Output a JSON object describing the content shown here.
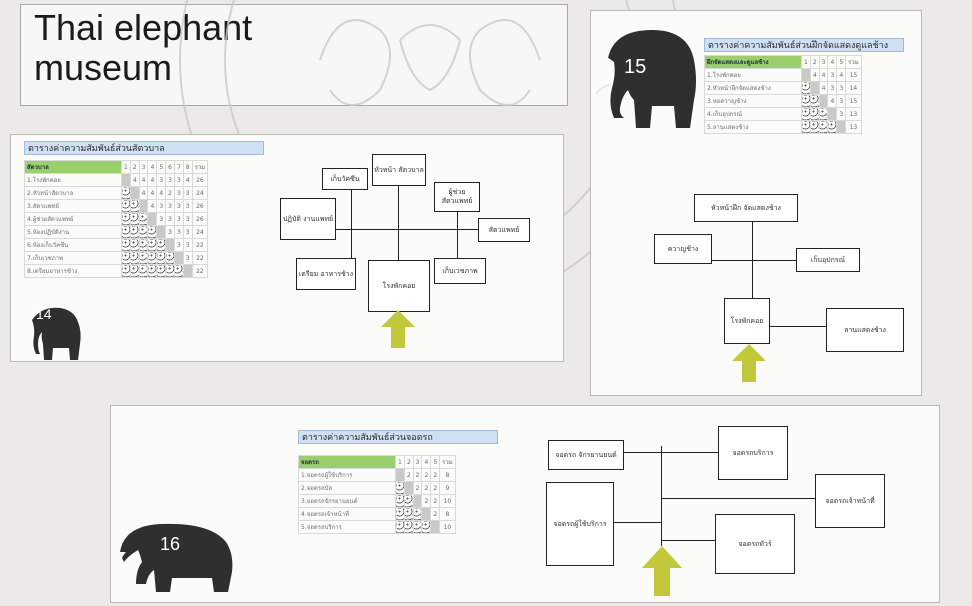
{
  "title": {
    "line1": "Thai elephant",
    "line2": "museum"
  },
  "slides": {
    "s14": {
      "number": "14",
      "table_title": "ตารางค่าความสัมพันธ์ส่วนสัตวบาล",
      "header_label": "สัตวบาล",
      "col_headers": [
        "1",
        "2",
        "3",
        "4",
        "5",
        "6",
        "7",
        "8",
        "รวม"
      ],
      "rows": [
        {
          "label": "1.โรงพักคอย",
          "vals": [
            "",
            "4",
            "4",
            "4",
            "3",
            "3",
            "3",
            "4",
            "26"
          ]
        },
        {
          "label": "2.หัวหน้าสัตวบาล",
          "vals": [
            "",
            "",
            "4",
            "4",
            "4",
            "2",
            "3",
            "3",
            "24"
          ]
        },
        {
          "label": "3.สัตวแพทย์",
          "vals": [
            "",
            "",
            "",
            "4",
            "3",
            "3",
            "3",
            "3",
            "26"
          ]
        },
        {
          "label": "4.ผู้ช่วยสัตวแพทย์",
          "vals": [
            "",
            "",
            "",
            "",
            "3",
            "3",
            "3",
            "3",
            "26"
          ]
        },
        {
          "label": "5.ห้องปฏิบัติงาน",
          "vals": [
            "",
            "",
            "",
            "",
            "",
            "3",
            "3",
            "3",
            "24"
          ]
        },
        {
          "label": "6.ห้องเก็บวัคซีน",
          "vals": [
            "",
            "",
            "",
            "",
            "",
            "",
            "3",
            "3",
            "22"
          ]
        },
        {
          "label": "7.เก็บเวชภาพ",
          "vals": [
            "",
            "",
            "",
            "",
            "",
            "",
            "",
            "3",
            "22"
          ]
        },
        {
          "label": "8.เตรียมอาหารช้าง",
          "vals": [
            "",
            "",
            "",
            "",
            "",
            "",
            "",
            "",
            "22"
          ]
        }
      ],
      "nodes": {
        "vaccine": "เก็บวัคซีน",
        "head": "หัวหน้า สัตวบาล",
        "assist": "ผู้ช่วย สัตวแพทย์",
        "lab": "ปฏิบัติ งานแพทย์",
        "vet": "สัตวแพทย์",
        "food": "เตรียม อาหารช้าง",
        "hall": "โรงพักคอย",
        "med": "เก็บเวชภาพ"
      }
    },
    "s15": {
      "number": "15",
      "table_title": "ตารางค่าความสัมพันธ์ส่วนฝึกจัดแสดงดูแลช้าง",
      "header_label": "ฝึกจัดแสดงและดูแลช้าง",
      "col_headers": [
        "1",
        "2",
        "3",
        "4",
        "5",
        "รวม"
      ],
      "rows": [
        {
          "label": "1.โรงพักคอย",
          "vals": [
            "",
            "4",
            "4",
            "3",
            "4",
            "15"
          ]
        },
        {
          "label": "2.หัวหน้าฝึกจัดแสดงช้าง",
          "vals": [
            "",
            "",
            "4",
            "3",
            "3",
            "14"
          ]
        },
        {
          "label": "3.หอควาญช้าง",
          "vals": [
            "",
            "",
            "",
            "4",
            "3",
            "15"
          ]
        },
        {
          "label": "4.เก็บอุปกรณ์",
          "vals": [
            "",
            "",
            "",
            "",
            "3",
            "13"
          ]
        },
        {
          "label": "5.ลานแสดงช้าง",
          "vals": [
            "",
            "",
            "",
            "",
            "",
            "13"
          ]
        }
      ],
      "nodes": {
        "head": "หัวหน้าฝึก จัดแสดงช้าง",
        "mahout": "ควาญช้าง",
        "equip": "เก็บอุปกรณ์",
        "hall": "โรงพักคอย",
        "show": "ลานแสดงช้าง"
      }
    },
    "s16": {
      "number": "16",
      "table_title": "ตารางค่าความสัมพันธ์ส่วนจอดรถ",
      "header_label": "จอดรถ",
      "col_headers": [
        "1",
        "2",
        "3",
        "4",
        "5",
        "รวม"
      ],
      "rows": [
        {
          "label": "1.จอดรถผู้ใช้บริการ",
          "vals": [
            "",
            "2",
            "2",
            "2",
            "2",
            "8"
          ]
        },
        {
          "label": "2.จอดรถบัส",
          "vals": [
            "",
            "",
            "2",
            "2",
            "2",
            "9"
          ]
        },
        {
          "label": "3.จอดรถจักรยานยนต์",
          "vals": [
            "",
            "",
            "",
            "2",
            "2",
            "10"
          ]
        },
        {
          "label": "4.จอดรถเจ้าหน้าที่",
          "vals": [
            "",
            "",
            "",
            "",
            "2",
            "8"
          ]
        },
        {
          "label": "5.จอดรถบริการ",
          "vals": [
            "",
            "",
            "",
            "",
            "",
            "10"
          ]
        }
      ],
      "nodes": {
        "moto": "จอดรถ จักรยานยนต์",
        "service": "จอดรถบริการ",
        "visitor": "จอดรถผู้ใช้บริการ",
        "staff": "จอดรถเจ้าหน้าที่",
        "bus": "จอดรถทัวร์"
      }
    }
  },
  "colors": {
    "arrow": "#c3c83a",
    "elephant": "#2f2f2f",
    "table_header": "#cfe0f2",
    "row_header": "#9bcf6c"
  }
}
